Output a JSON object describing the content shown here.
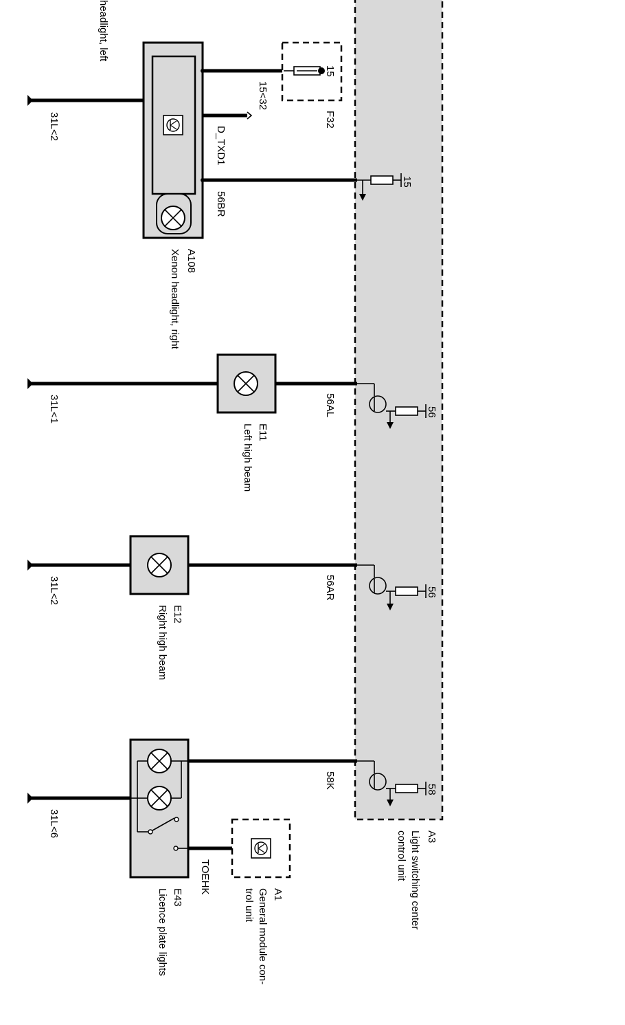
{
  "components": {
    "headlight_left_fragment": "headlight, left",
    "a108": {
      "id": "A108",
      "name": "Xenon headlight, right"
    },
    "f32": {
      "id": "F32",
      "terminal": "15"
    },
    "e11": {
      "id": "E11",
      "name": "Left high beam"
    },
    "e12": {
      "id": "E12",
      "name": "Right high beam"
    },
    "e43": {
      "id": "E43",
      "name": "Licence plate lights"
    },
    "a1": {
      "id": "A1",
      "name_line1": "General module con-",
      "name_line2": "trol unit"
    },
    "a3": {
      "id": "A3",
      "name_line1": "Light switching center",
      "name_line2": "control unit"
    }
  },
  "wires": {
    "w_15_32": "15<32",
    "w_d_txd1": "D_TXD1",
    "w_56br": "56BR",
    "w_56al": "56AL",
    "w_56ar": "56AR",
    "w_58k": "58K",
    "w_toehk": "TOEHK"
  },
  "grounds": {
    "g1": "31L<2",
    "g2": "31L<1",
    "g3": "31L<2",
    "g4": "31L<6"
  },
  "a3_terminals": {
    "t15": "15",
    "t56a": "56",
    "t56b": "56",
    "t58": "58"
  }
}
